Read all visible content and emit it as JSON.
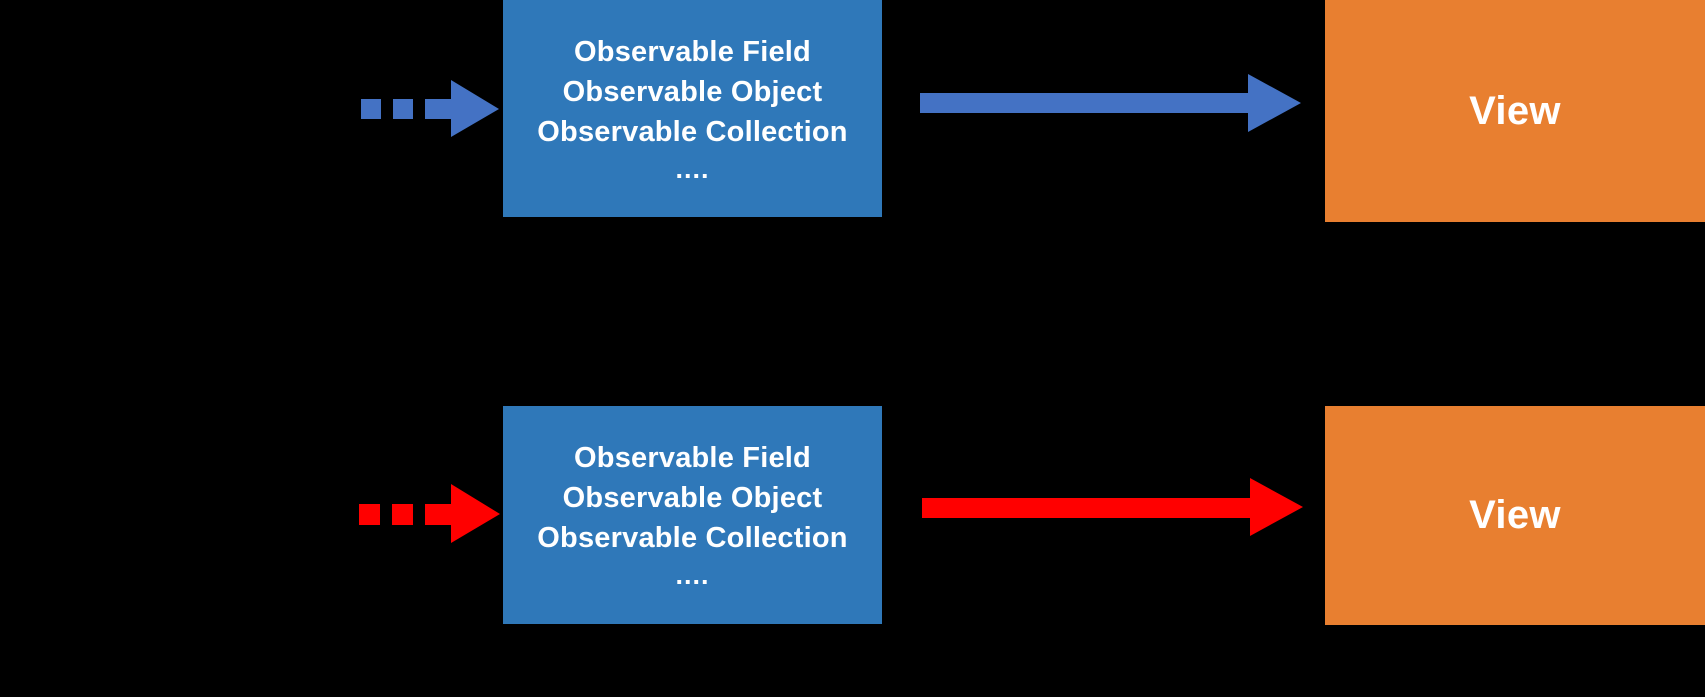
{
  "diagram": {
    "background_color": "#000000",
    "box_blue": "#2F78B9",
    "box_orange": "#E87F30",
    "arrow_blue": "#4472C4",
    "arrow_red": "#FF0000",
    "text_color": "#FFFFFF"
  },
  "rows": [
    {
      "id": "top",
      "arrow_color": "#4472C4",
      "source_box": {
        "lines": [
          "Observable Field",
          "Observable Object",
          "Observable Collection"
        ],
        "dots": "...."
      },
      "target_box": {
        "label": "View"
      }
    },
    {
      "id": "bottom",
      "arrow_color": "#FF0000",
      "source_box": {
        "lines": [
          "Observable Field",
          "Observable Object",
          "Observable Collection"
        ],
        "dots": "...."
      },
      "target_box": {
        "label": "View"
      }
    }
  ]
}
